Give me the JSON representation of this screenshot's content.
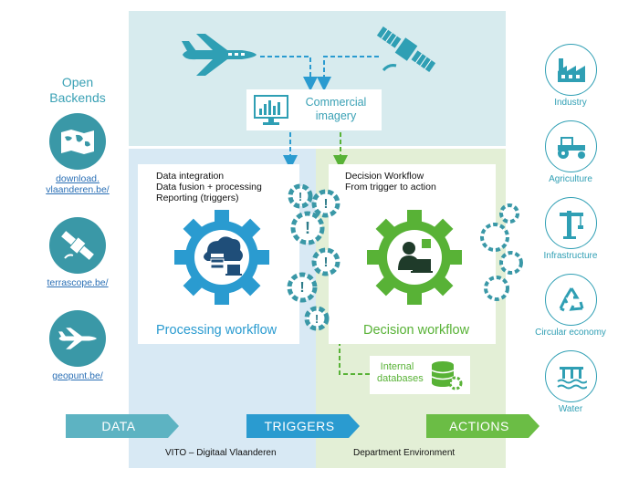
{
  "open_backends": {
    "title_line1": "Open",
    "title_line2": "Backends",
    "links": [
      {
        "line1": "download.",
        "line2": "vlaanderen.be/",
        "icon": "map-icon"
      },
      {
        "line1": "terrascope.be/",
        "line2": "",
        "icon": "satellite-icon"
      },
      {
        "line1": "geopunt.be/",
        "line2": "",
        "icon": "airplane-icon"
      }
    ]
  },
  "commercial_imagery": {
    "line1": "Commercial",
    "line2": "imagery"
  },
  "processing": {
    "lines": [
      "Data integration",
      "Data fusion + processing",
      "Reporting (triggers)"
    ],
    "title": "Processing workflow"
  },
  "decision": {
    "lines": [
      "Decision Workflow",
      "From trigger to action"
    ],
    "title": "Decision workflow"
  },
  "internal_db": {
    "line1": "Internal",
    "line2": "databases"
  },
  "banners": {
    "data": "DATA",
    "triggers": "TRIGGERS",
    "actions": "ACTIONS"
  },
  "footer": {
    "left": "VITO – Digitaal Vlaanderen",
    "right": "Department Environment"
  },
  "actions": [
    {
      "label": "Industry",
      "icon": "factory-icon"
    },
    {
      "label": "Agriculture",
      "icon": "tractor-icon"
    },
    {
      "label": "Infrastructure",
      "icon": "crane-icon"
    },
    {
      "label": "Circular economy",
      "icon": "recycle-icon"
    },
    {
      "label": "Water",
      "icon": "water-icon"
    }
  ],
  "colors": {
    "teal": "#3a98a7",
    "blue": "#2a9bd0",
    "green": "#58b236",
    "link": "#2a6fb5"
  }
}
